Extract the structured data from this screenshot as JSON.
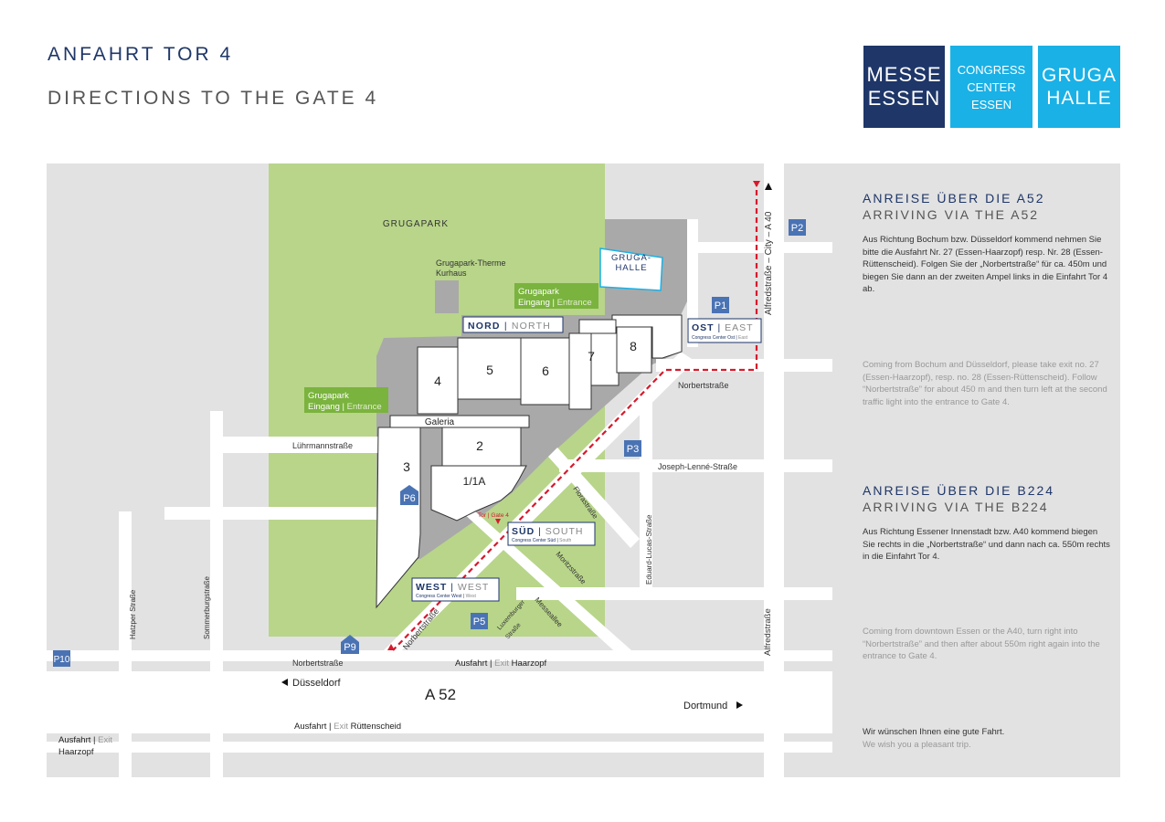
{
  "header": {
    "title_de": "ANFAHRT TOR 4",
    "title_en": "DIRECTIONS TO THE GATE 4"
  },
  "logos": {
    "messe": [
      "MESSE",
      "ESSEN"
    ],
    "congress": [
      "CONGRESS",
      "CENTER",
      "ESSEN"
    ],
    "gruga": [
      "GRUGA",
      "HALLE"
    ]
  },
  "colors": {
    "navy": "#1e3668",
    "cyan": "#1ab1e6",
    "park_green": "#b8d58a",
    "entrance_green": "#7ab33e",
    "road_gray": "#e2e2e2",
    "hall_gray": "#a9a9a9",
    "parking_blue": "#4a73b4",
    "route_red": "#d7192c"
  },
  "map": {
    "park_label": "GRUGAPARK",
    "therme_label": [
      "Grugapark-Therme",
      "Kurhaus"
    ],
    "grugahalle": [
      "GRUGA-",
      "HALLE"
    ],
    "entrance_top": {
      "name": "Grugapark",
      "de": "Eingang",
      "en": "Entrance"
    },
    "entrance_left": {
      "name": "Grugapark",
      "de": "Eingang",
      "en": "Entrance"
    },
    "nord": {
      "de": "NORD",
      "en": "NORTH"
    },
    "ost": {
      "de": "OST",
      "en": "EAST",
      "sub_de": "Congress Center Ost",
      "sub_en": "East"
    },
    "sued": {
      "de": "SÜD",
      "en": "SOUTH",
      "sub_de": "Congress Center Süd",
      "sub_en": "South"
    },
    "west": {
      "de": "WEST",
      "en": "WEST",
      "sub_de": "Congress Center West",
      "sub_en": "West"
    },
    "halls": {
      "h1": "1/1A",
      "h2": "2",
      "h3": "3",
      "h4": "4",
      "h5": "5",
      "h6": "6",
      "h7": "7",
      "h8": "8",
      "galeria": "Galeria"
    },
    "gate": {
      "de": "Tor",
      "en": "Gate 4"
    },
    "parking": [
      "P1",
      "P2",
      "P3",
      "P5",
      "P6",
      "P9",
      "P10"
    ],
    "streets": {
      "alfred_city": "Alfredstraße – City – A 40",
      "alfred": "Alfredstraße",
      "norbert_right": "Norbertstraße",
      "norbert_bottom": "Norbertstraße",
      "norbert_diag": "Norbertstraße",
      "joseph": "Joseph-Lenné-Straße",
      "flora": "Florastraße",
      "eduard": "Eduard-Lucas-Straße",
      "moritz": "Moritzstraße",
      "messeallee": "Messeallee",
      "luxemburger": [
        "Luxemburger",
        "Straße"
      ],
      "luehrmann": "Lührmannstraße",
      "hatzper": "Hatzper Straße",
      "sommerburg": "Sommerburgstraße"
    },
    "highway": {
      "name": "A 52",
      "duesseldorf": "Düsseldorf",
      "dortmund": "Dortmund",
      "exit_top": {
        "de": "Ausfahrt",
        "en": "Exit",
        "name": "Haarzopf"
      },
      "exit_bottom": {
        "de": "Ausfahrt",
        "en": "Exit",
        "name": "Rüttenscheid"
      },
      "exit_left": {
        "de": "Ausfahrt",
        "en": "Exit",
        "name": "Haarzopf"
      }
    }
  },
  "panel": {
    "a52": {
      "title_de": "ANREISE ÜBER DIE A52",
      "title_en": "ARRIVING VIA THE A52",
      "text_de": "Aus Richtung Bochum bzw. Düsseldorf kommend nehmen Sie bitte die Ausfahrt Nr. 27 (Essen-Haarzopf) resp. Nr. 28 (Essen-Rüttenscheid). Folgen Sie der „Norbertstraße“ für ca. 450m und biegen Sie dann an der zweiten Ampel links in die Einfahrt Tor 4 ab.",
      "text_en": "Coming from Bochum and Düsseldorf, please take exit no. 27 (Essen-Haarzopf), resp. no. 28 (Essen-Rüttenscheid). Follow “Norbertstraße” for about 450 m and then turn left at the second traffic light into the entrance to Gate 4."
    },
    "b224": {
      "title_de": "ANREISE ÜBER DIE B224",
      "title_en": "ARRIVING VIA THE B224",
      "text_de": "Aus Richtung Essener Innenstadt bzw. A40 kommend biegen Sie rechts in die „Norbertstraße“ und dann nach ca. 550m rechts in die Einfahrt Tor 4.",
      "text_en": "Coming from downtown Essen or the A40, turn right into “Norbertstraße” and then after about 550m right again into the entrance to Gate 4."
    },
    "closing_de": "Wir wünschen Ihnen eine gute Fahrt.",
    "closing_en": "We wish you a pleasant trip."
  }
}
